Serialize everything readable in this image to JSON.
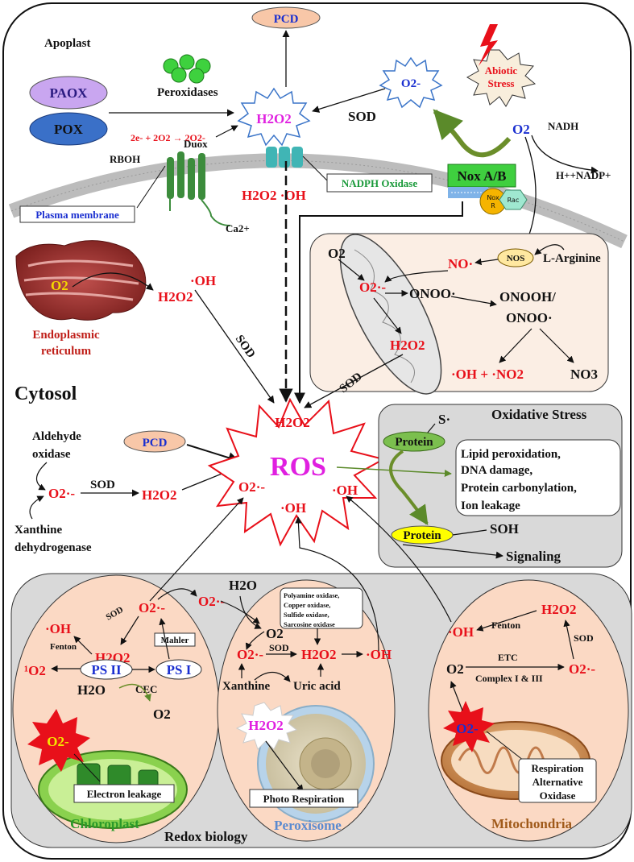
{
  "regions": {
    "apoplast": "Apoplast",
    "cytosol": "Cytosol",
    "redox_biology": "Redox biology",
    "plasma_membrane": "Plasma membrane",
    "er": [
      "Endoplasmic",
      "reticulum"
    ],
    "chloroplast": "Chloroplast",
    "peroxisome": "Peroxisome",
    "mitochondria": "Mitochondria"
  },
  "apoplast": {
    "pcd": "PCD",
    "paox": "PAOX",
    "pox": "POX",
    "peroxidases": "Peroxidases",
    "h2o2": "H2O2",
    "o2_radical": "O2-",
    "sod": "SOD",
    "abiotic": [
      "Abiotic",
      "Stress"
    ],
    "o2": "O2",
    "nadh": "NADH",
    "nadp": "H++NADP+",
    "rboh": "RBOH",
    "duox": "Duox",
    "rboh_reaction": "2e- + 2O2 → 2O2-",
    "ca": "Ca2+",
    "nadph_oxidase": "NADPH Oxidase",
    "nox_ab": "Nox A/B",
    "nox_r": [
      "Nox",
      "R"
    ],
    "rac": "Rac",
    "membrane_species": "H2O2  ·OH"
  },
  "er": {
    "o2": "O2",
    "oh": "·OH",
    "h2o2": "H2O2",
    "sod": "SOD"
  },
  "mito_panel": {
    "o2": "O2",
    "no": "NO·",
    "nos": "NOS",
    "arginine": "L-Arginine",
    "o2_radical": "O2·-",
    "onoo": "ONOO·",
    "onooh": [
      "ONOOH/",
      "ONOO·"
    ],
    "h2o2": "H2O2",
    "oh_no2": "·OH + ·NO2",
    "no3": "NO3",
    "sod": "SOD"
  },
  "cytosol": {
    "aldehyde": [
      "Aldehyde",
      "oxidase"
    ],
    "xanthine_dh": [
      "Xanthine",
      "dehydrogenase"
    ],
    "o2_radical": "O2·-",
    "sod": "SOD",
    "h2o2": "H2O2",
    "pcd": "PCD",
    "ros": "ROS",
    "ros_h2o2": "H2O2",
    "ros_o2": "O2·-",
    "ros_oh_left": "·OH",
    "ros_oh_right": "·OH"
  },
  "oxidative_stress": {
    "title": "Oxidative Stress",
    "s_radical": "S·",
    "protein": "Protein",
    "effects": [
      "Lipid peroxidation,",
      "DNA damage,",
      "Protein carbonylation,",
      "Ion leakage"
    ],
    "protein2": "Protein",
    "soh": "SOH",
    "signaling": "Signaling"
  },
  "chloroplast": {
    "oh": "·OH",
    "sod": "SOD",
    "o2r": "O2·-",
    "fenton": "Fenton",
    "h2o2": "H2O2",
    "mahler": "Mahler",
    "singlet": "¹O2",
    "psii": "PS II",
    "psi": "PS I",
    "h2o": "H2O",
    "cec": "CEC",
    "o2": "O2",
    "burst": "O2-",
    "leakage": "Electron leakage"
  },
  "peroxisome": {
    "o2r_top": "O2·-",
    "h2o": "H2O",
    "enzymes": [
      "Polyamine oxidase,",
      "Copper oxidase,",
      "Sulfide oxidase,",
      "Sarcosine oxidase"
    ],
    "o2": "O2",
    "o2r": "O2·-",
    "sod": "SOD",
    "h2o2": "H2O2",
    "oh": "·OH",
    "xanthine": "Xanthine",
    "uric": "Uric acid",
    "burst": "H2O2",
    "photo": "Photo Respiration"
  },
  "mitochondria": {
    "fenton": "Fenton",
    "h2o2": "H2O2",
    "oh": "·OH",
    "sod": "SOD",
    "etc": "ETC",
    "o2": "O2",
    "complex": "Complex I & III",
    "o2r": "O2·-",
    "burst": "O2-",
    "respiration": [
      "Respiration",
      "Alternative",
      "Oxidase"
    ]
  },
  "colors": {
    "cell_bg": "#ffffff",
    "pink_panel": "#fbeee4",
    "grey_panel": "#d9d9d9",
    "organelle_bg": "#fbd9c4",
    "red": "#e8101a",
    "paox": "#c9a6f0",
    "pox": "#3a70c8",
    "pcd": "#f8c7a8",
    "nox": "#3fcf3f",
    "protein_green": "#7bbf4e",
    "protein_yellow": "#ffff00"
  }
}
